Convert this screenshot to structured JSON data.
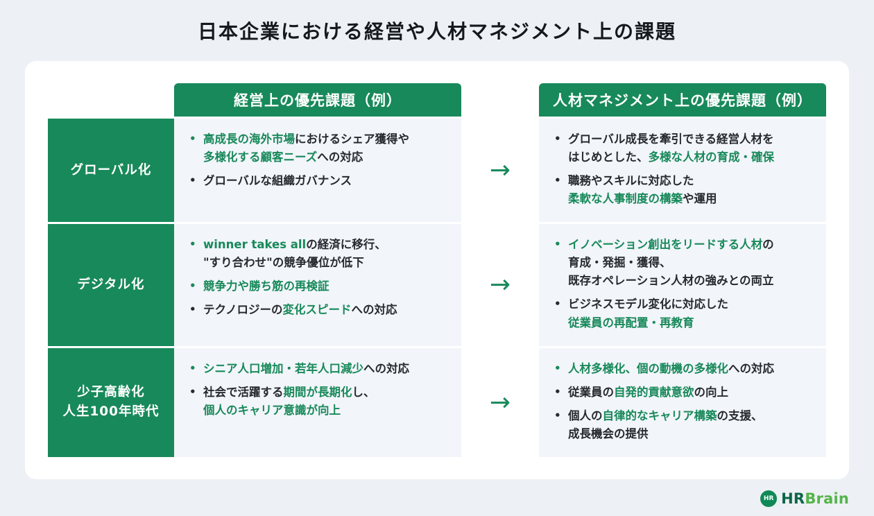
{
  "page": {
    "title": "日本企業における経営や人材マネジメント上の課題"
  },
  "colors": {
    "green": "#18895a",
    "dark_text": "#262a2f",
    "cell_bg": "#f2f5fa",
    "page_bg": "#edf0f4"
  },
  "table": {
    "left_header": "経営上の優先課題（例）",
    "right_header": "人材マネジメント上の優先課題（例）",
    "arrow": "→",
    "rows": [
      {
        "label_lines": [
          "グローバル化"
        ],
        "left_bullets": [
          {
            "segments": [
              {
                "t": "高成長の海外市場",
                "g": true
              },
              {
                "t": "におけるシェア獲得や",
                "g": false
              },
              {
                "br": true
              },
              {
                "t": "多様化する顧客ニーズ",
                "g": true
              },
              {
                "t": "への対応",
                "g": false
              }
            ]
          },
          {
            "segments": [
              {
                "t": "グローバルな組織ガバナンス",
                "g": false
              }
            ]
          }
        ],
        "right_bullets": [
          {
            "segments": [
              {
                "t": "グローバル成長を牽引できる経営人材を",
                "g": false
              },
              {
                "br": true
              },
              {
                "t": "はじめとした、",
                "g": false
              },
              {
                "t": "多様な人材の育成・確保",
                "g": true
              }
            ]
          },
          {
            "segments": [
              {
                "t": "職務やスキルに対応した",
                "g": false
              },
              {
                "br": true
              },
              {
                "t": "柔軟な人事制度の構築",
                "g": true
              },
              {
                "t": "や運用",
                "g": false
              }
            ]
          }
        ]
      },
      {
        "label_lines": [
          "デジタル化"
        ],
        "left_bullets": [
          {
            "segments": [
              {
                "t": "winner takes all",
                "g": true
              },
              {
                "t": "の経済に移行、",
                "g": false
              },
              {
                "br": true
              },
              {
                "t": "\"すり合わせ\"の競争優位が低下",
                "g": false
              }
            ]
          },
          {
            "segments": [
              {
                "t": "競争力や勝ち筋の再検証",
                "g": true
              }
            ]
          },
          {
            "segments": [
              {
                "t": "テクノロジーの",
                "g": false
              },
              {
                "t": "変化スピード",
                "g": true
              },
              {
                "t": "への対応",
                "g": false
              }
            ]
          }
        ],
        "right_bullets": [
          {
            "segments": [
              {
                "t": "イノベーション創出をリードする人材",
                "g": true
              },
              {
                "t": "の",
                "g": false
              },
              {
                "br": true
              },
              {
                "t": "育成・発掘・獲得、",
                "g": false
              },
              {
                "br": true
              },
              {
                "t": "既存オペレーション人材の強みとの両立",
                "g": false
              }
            ]
          },
          {
            "segments": [
              {
                "t": "ビジネスモデル変化に対応した",
                "g": false
              },
              {
                "br": true
              },
              {
                "t": "従業員の再配置・再教育",
                "g": true
              }
            ]
          }
        ]
      },
      {
        "label_lines": [
          "少子高齢化",
          "人生100年時代"
        ],
        "left_bullets": [
          {
            "segments": [
              {
                "t": "シニア人口増加・若年人口減少",
                "g": true
              },
              {
                "t": "への対応",
                "g": false
              }
            ]
          },
          {
            "segments": [
              {
                "t": "社会で活躍する",
                "g": false
              },
              {
                "t": "期間が長期化",
                "g": true
              },
              {
                "t": "し、",
                "g": false
              },
              {
                "br": true
              },
              {
                "t": "個人のキャリア意識が向上",
                "g": true
              }
            ]
          }
        ],
        "right_bullets": [
          {
            "segments": [
              {
                "t": "人材多様化、個の動機の多様化",
                "g": true
              },
              {
                "t": "への対応",
                "g": false
              }
            ]
          },
          {
            "segments": [
              {
                "t": "従業員の",
                "g": false
              },
              {
                "t": "自発的貢献意欲",
                "g": true
              },
              {
                "t": "の向上",
                "g": false
              }
            ]
          },
          {
            "segments": [
              {
                "t": "個人の",
                "g": false
              },
              {
                "t": "自律的なキャリア構築",
                "g": true
              },
              {
                "t": "の支援、",
                "g": false
              },
              {
                "br": true
              },
              {
                "t": "成長機会の提供",
                "g": false
              }
            ]
          }
        ]
      }
    ]
  },
  "footer": {
    "logo_icon_text": "HR",
    "logo_text_hr": "HR",
    "logo_text_brain": "Brain"
  }
}
